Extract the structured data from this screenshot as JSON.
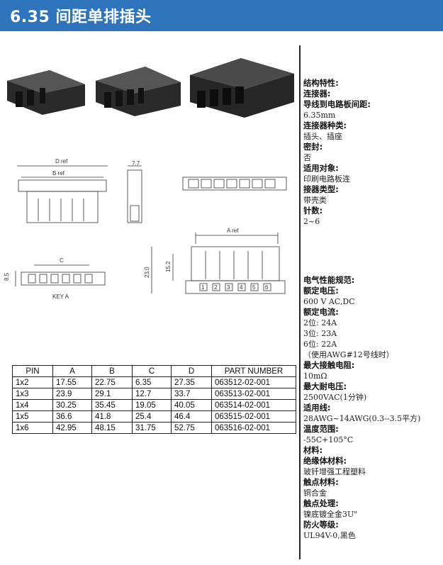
{
  "header": {
    "title": "6.35 间距单排插头"
  },
  "drawing_labels": {
    "d_ref": "D ref",
    "b_ref": "B ref",
    "dim_77": "7.7",
    "a_ref": "A ref",
    "c_label": "C",
    "key_a": "KEY A",
    "dim_85": "8.5",
    "dim_230": "23.0",
    "dim_152": "15.2",
    "pin_numbers": [
      "1",
      "2",
      "3",
      "4",
      "5",
      "6"
    ]
  },
  "table": {
    "headers": [
      "PIN",
      "A",
      "B",
      "C",
      "D",
      "PART NUMBER"
    ],
    "rows": [
      [
        "1x2",
        "17.55",
        "22.75",
        "6.35",
        "27.35",
        "063512-02-001"
      ],
      [
        "1x3",
        "23.9",
        "29.1",
        "12.7",
        "33.7",
        "063513-02-001"
      ],
      [
        "1x4",
        "30.25",
        "35.45",
        "19.05",
        "40.05",
        "063514-02-001"
      ],
      [
        "1x5",
        "36.6",
        "41.8",
        "25.4",
        "46.4",
        "063515-02-001"
      ],
      [
        "1x6",
        "42.95",
        "48.15",
        "31.75",
        "52.75",
        "063516-02-001"
      ]
    ]
  },
  "specs": {
    "s1": "结构特性:",
    "s2": "连接器:",
    "s3": "导线到电路板间距:",
    "s3v": "6.35mm",
    "s4": "连接器种类:",
    "s4v": "插头、插座",
    "s5": "密封:",
    "s5v": "否",
    "s6": "适用对象:",
    "s6v": "印刷电路板连",
    "s7": "接器类型:",
    "s7v": "带壳类",
    "s8": "针数:",
    "s8v": "2~6",
    "e1": "电气性能规范:",
    "e2": "额定电压:",
    "e2v": "600 V AC,DC",
    "e3": "额定电流:",
    "e3v1": "2位:  24A",
    "e3v2": "3位:  23A",
    "e3v3": "6位:  22A",
    "e3v4": "（使用AWG#12号线时）",
    "e4": "最大接触电阻:",
    "e4v": "10mΩ",
    "e5": "最大耐电压:",
    "e5v": "2500VAC(1分钟)",
    "e6": "适用线:",
    "e6v": "28AWG~14AWG(0.3--3.5平方)",
    "e7": "温度范围:",
    "e7v": "-55C+105°C",
    "e8": "材料:",
    "e9": "绝缘体材料:",
    "e9v": "玻钎增强工程塑料",
    "e10": "触点材料:",
    "e10v": "铜合金",
    "e11": "触点处理:",
    "e11v": "镍底镀全金3U\"",
    "e12": "防火等级:",
    "e12v": "UL94V-0,黑色"
  }
}
